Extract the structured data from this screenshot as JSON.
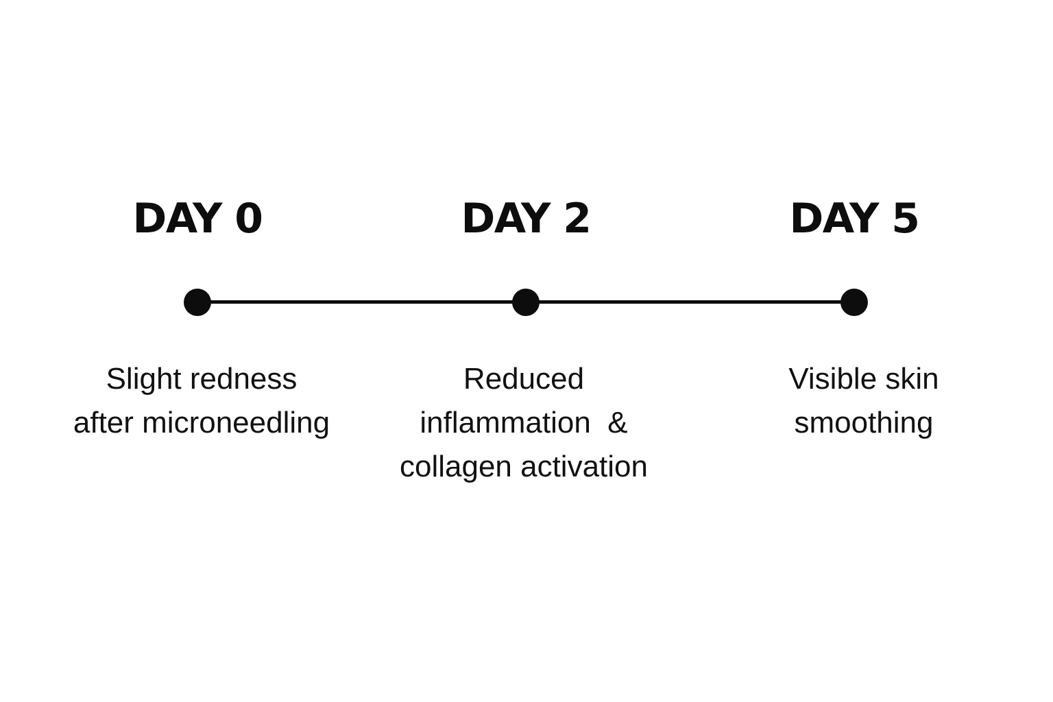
{
  "milestones": [
    {
      "day": "DAY 0",
      "description_lines": [
        "Slight redness",
        "after microneedling"
      ]
    },
    {
      "day": "DAY 2",
      "description_lines": [
        "Reduced",
        "inflammation  &",
        "collagen activation"
      ]
    },
    {
      "day": "DAY 5",
      "description_lines": [
        "Visible skin",
        "smoothing"
      ]
    }
  ],
  "colors": {
    "background": "#ffffff",
    "ink": "#0d0d0d"
  }
}
